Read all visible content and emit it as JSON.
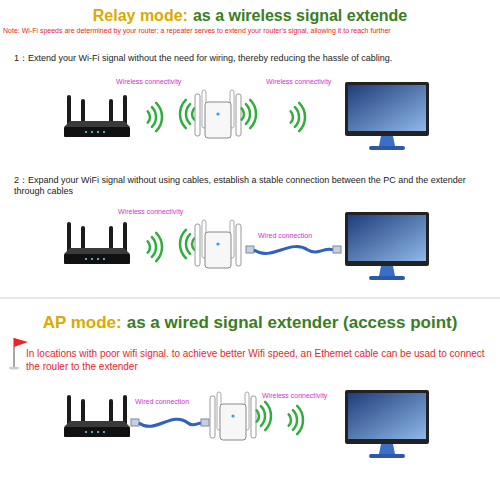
{
  "diagram": {
    "labels": [
      "Relay mode:",
      "as a wireless signal extende",
      "Note: Wi-Fi speeds are determined by your router; a repeater serves to extend your router's signal, allowing it to reach further",
      "1：Extend your Wi-Fi signal without the need for wiring, thereby reducing the hassle of cabling.",
      "Wireless connectivity",
      "Wireless connectivity",
      "2：Expand your WiFi signal without using cables, establish a stable connection between the PC and the extender through cables",
      "Wireless connectivity",
      "Wired connection",
      "AP mode:",
      "as a wired signal extender (access point)",
      "In locations with poor wifi signal. to achieve better Wifi speed, an Ethemet cable can be usad to connect the rouler to the extender",
      "Wired connection",
      "Wireless connectivity"
    ]
  }
}
